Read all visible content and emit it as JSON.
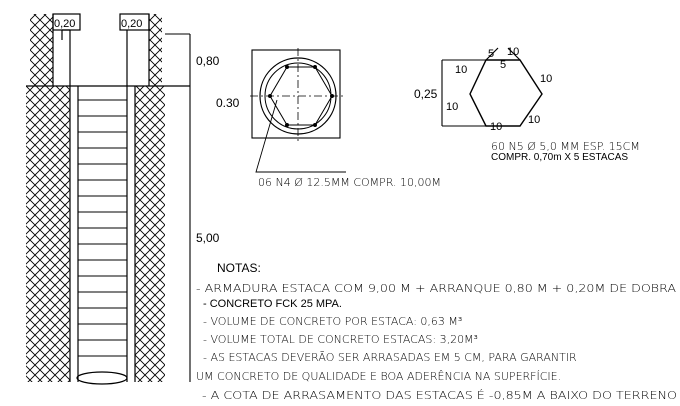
{
  "pile": {
    "width_left": "0,20",
    "width_right": "0,20",
    "top_height": "0,80",
    "shaft_height": "5,00"
  },
  "section_circle": {
    "diameter_label": "0.30",
    "rebar_note": "06 N4 Ø 12.5MM COMPR. 10,00M"
  },
  "stirrup": {
    "dims": [
      "5",
      "10",
      "5",
      "10",
      "10",
      "10",
      "10",
      "10"
    ],
    "height_label": "0,25",
    "spec": "60 N5 Ø 5,0 MM ESP. 15CM",
    "length": "COMPR. 0,70m X 5  ESTACAS"
  },
  "notes": {
    "title": "NOTAS:",
    "lines": [
      "- ARMADURA ESTACA COM 9,00 M + ARRANQUE 0,80 M + 0,20M DE DOBRA",
      "- CONCRETO FCK 25 MPA.",
      "- VOLUME DE CONCRETO POR ESTACA: 0,63 M³",
      "- VOLUME TOTAL DE CONCRETO ESTACAS: 3,20M³",
      "- AS ESTACAS DEVERÃO SER ARRASADAS EM 5 CM, PARA GARANTIR",
      "UM CONCRETO DE QUALIDADE E BOA ADERÊNCIA NA SUPERFÍCIE.",
      "- A COTA DE ARRASAMENTO DAS ESTACAS É -0,85M A BAIXO DO TERRENO"
    ]
  }
}
